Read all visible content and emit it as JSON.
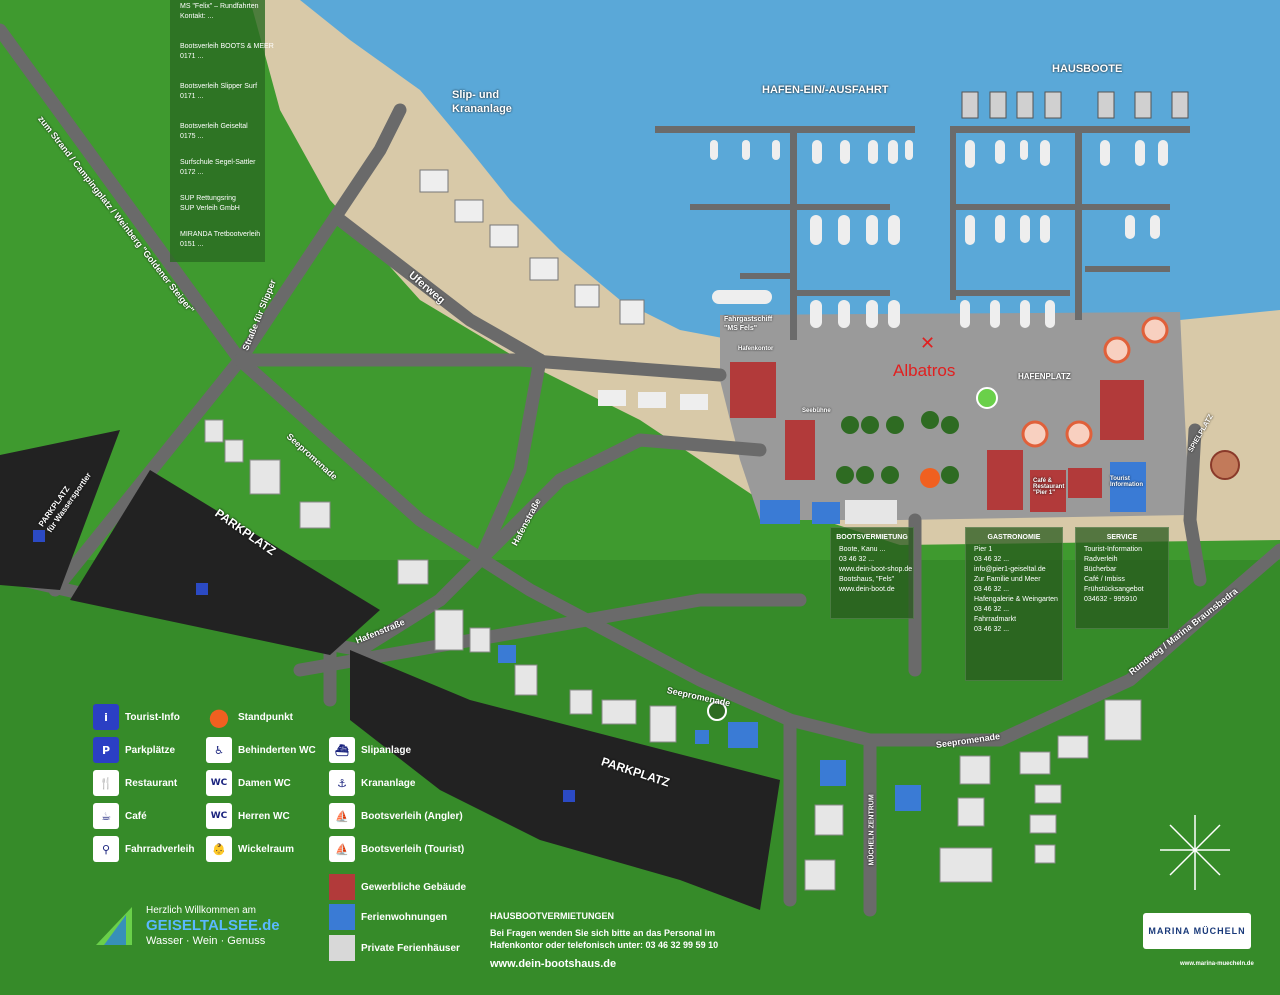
{
  "labels": {
    "slip": [
      "Slip- und",
      "Krananlage"
    ],
    "hafen_ein": "HAFEN-EIN/-AUSFAHRT",
    "hausboote": "HAUSBOOTE",
    "hafenplatz": "HAFENPLATZ",
    "albatros": "Albatros",
    "parkplatz_main": "PARKPLATZ",
    "parkplatz_lower": "PARKPLATZ",
    "parkplatz_wasser": [
      "PARKPLATZ",
      "für Wassersportler"
    ],
    "fahrgastschiff": [
      "Fahrgastschiff",
      "\"MS Fels\""
    ],
    "spielplatz": "SPIELPLATZ",
    "hafenkontor": "Hafenkontor",
    "cafe_rest": "Café & Restaurant \"Pier 1\"",
    "tourist_info": "Tourist Information",
    "seebuehne": "Seebühne"
  },
  "roads": {
    "uferweg": "Uferweg",
    "strasse_slipper": "Straße für Slipper",
    "strand": "zum Strand / Campingplatz / Weinberg \"Goldener Steiger\"",
    "seepromenade_1": "Seepromenade",
    "seepromenade_2": "Seepromenade",
    "seepromenade_3": "Seepromenade",
    "hafenstrasse_1": "Hafenstraße",
    "hafenstrasse_2": "Hafenstraße",
    "muechelner_zentrum": "MÜCHELN ZENTRUM",
    "rundweg": "Rundweg / Marina Braunsbedra"
  },
  "info_panel_top": [
    "MS \"Felix\" – Rundfahrten",
    "Kontakt: ...",
    "Bootsverleih BOOTS & MEER",
    "0171 ...",
    "Bootsverleih Slipper Surf",
    "0171 ...",
    "Bootsverleih Geiseltal",
    "0175 ...",
    "Surfschule Segel-Sattler",
    "0172 ...",
    "SUP Rettungsring",
    "SUP Verleih GmbH",
    "MIRANDA Tretbootverleih",
    "0151 ..."
  ],
  "pads": [
    {
      "title": "BOOTSVERMIETUNG",
      "lines": [
        "Boote, Kanu ...",
        "03 46 32 ...",
        "www.dein-boot-shop.de",
        "Bootshaus, \"Fels\"",
        "www.dein-boot.de"
      ]
    },
    {
      "title": "GASTRONOMIE",
      "lines": [
        "Pier 1",
        "03 46 32 ...",
        "info@pier1-geiseltal.de",
        "Zur Familie und Meer",
        "03 46 32 ...",
        "Hafengalerie & Weingarten",
        "03 46 32 ...",
        "Fahrradmarkt",
        "03 46 32 ..."
      ]
    },
    {
      "title": "SERVICE",
      "lines": [
        "Tourist-Information",
        "Radverleih",
        "Bücherbar",
        "Café / Imbiss",
        "Frühstücksangebot",
        "",
        "034632 - 995910"
      ]
    }
  ],
  "legend": {
    "col1": [
      {
        "icon": "info-icon",
        "glyph": "i",
        "label": "Tourist-Info"
      },
      {
        "icon": "parking-icon",
        "glyph": "P",
        "label": "Parkplätze"
      },
      {
        "icon": "restaurant-icon",
        "glyph": "🍴",
        "label": "Restaurant"
      },
      {
        "icon": "cafe-icon",
        "glyph": "☕",
        "label": "Café"
      },
      {
        "icon": "bike-icon",
        "glyph": "⚲",
        "label": "Fahrradverleih"
      }
    ],
    "col2": [
      {
        "icon": "location-icon",
        "glyph": "●",
        "label": "Standpunkt"
      },
      {
        "icon": "accessible-wc-icon",
        "glyph": "♿",
        "label": "Behinderten WC"
      },
      {
        "icon": "women-wc-icon",
        "glyph": "WC",
        "label": "Damen WC"
      },
      {
        "icon": "men-wc-icon",
        "glyph": "WC",
        "label": "Herren WC"
      },
      {
        "icon": "baby-change-icon",
        "glyph": "👶",
        "label": "Wickelraum"
      }
    ],
    "col3": [
      {
        "icon": "slipway-icon",
        "glyph": "⛴",
        "label": "Slipanlage"
      },
      {
        "icon": "crane-icon",
        "glyph": "⚓",
        "label": "Krananlage"
      },
      {
        "icon": "boat-rental-angler-icon",
        "glyph": "⛵",
        "label": "Bootsverleih (Angler)"
      },
      {
        "icon": "boat-rental-tourist-icon",
        "glyph": "⛵",
        "label": "Bootsverleih (Tourist)"
      }
    ],
    "col4": [
      {
        "color": "#b23a3a",
        "label": "Gewerbliche Gebäude"
      },
      {
        "color": "#3a7bd5",
        "label": "Ferienwohnungen"
      },
      {
        "color": "#d8d8d8",
        "label": "Private Ferienhäuser"
      }
    ]
  },
  "welcome": {
    "line1": "Herzlich Willkommen am",
    "line2": "GEISELTALSEE.de",
    "line3": "Wasser · Wein · Genuss"
  },
  "houseboat": {
    "title": "HAUSBOOTVERMIETUNGEN",
    "line1": "Bei Fragen wenden Sie sich bitte an das Personal im",
    "line2": "Hafenkontor oder telefonisch unter: 03 46 32 99 59 10",
    "url": "www.dein-bootshaus.de"
  },
  "brand": {
    "name": "MARINA MÜCHELN",
    "url": "www.marina-muecheln.de"
  },
  "colors": {
    "water": "#5aa8d8",
    "grass": "#3f9a2f",
    "sand": "#d8c9a8",
    "road": "#6a6a6a",
    "plaza": "#9a9a9a",
    "commercial": "#b23a3a",
    "holiday_flat": "#3a7bd5",
    "private_house": "#d8d8d8"
  }
}
